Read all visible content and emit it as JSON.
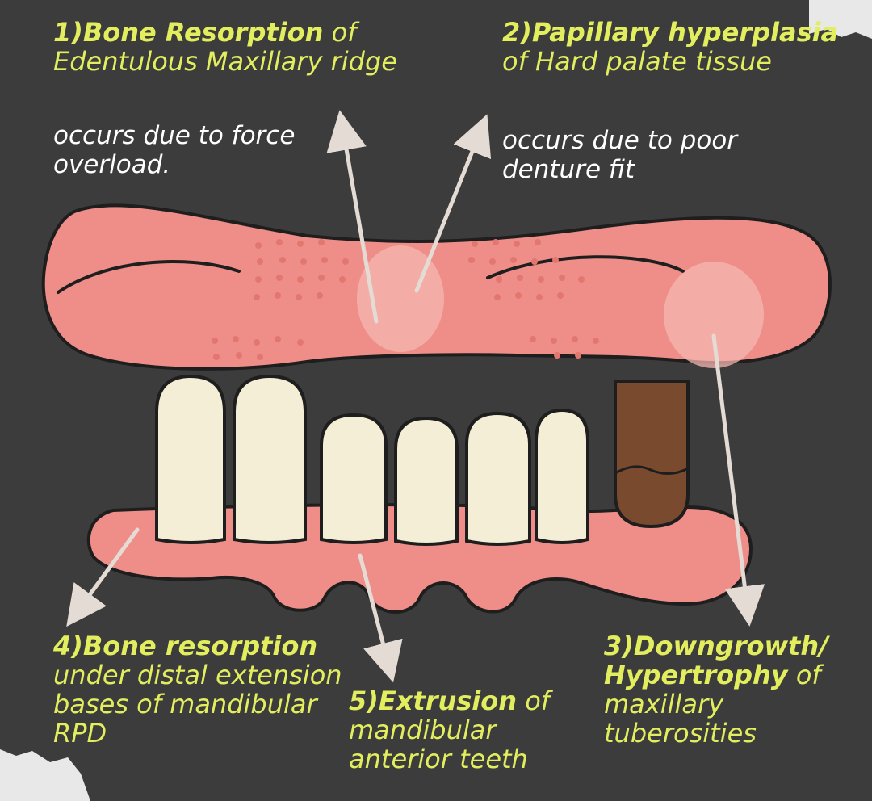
{
  "labels": [
    {
      "id": "1",
      "heading": "1)Bone Resorption",
      "rest": " of Edentulous Maxillary ridge",
      "note": "occurs due to force overload."
    },
    {
      "id": "2",
      "heading": "2)Papillary hyperplasia",
      "rest": " of Hard palate tissue",
      "note": "occurs due to poor denture fit"
    },
    {
      "id": "3",
      "heading": "3)Downgrowth/ Hypertrophy",
      "rest": " of maxillary tuberosities",
      "note": ""
    },
    {
      "id": "4",
      "heading": "4)Bone resorption",
      "rest": " under distal extension bases of mandibular RPD",
      "note": ""
    },
    {
      "id": "5",
      "heading": "5)Extrusion",
      "rest": " of mandibular anterior teeth",
      "note": ""
    }
  ],
  "colors": {
    "background": "#3c3c3c",
    "gum": "#ef8e88",
    "gum_outline": "#1e1e1e",
    "tooth": "#f5eed6",
    "extruded_tooth": "#7a4a2e",
    "heading_text": "#e2ee5e",
    "note_text": "#ffffff",
    "arrow": "#e4dcd4",
    "highlight": "#f5b5b0",
    "corner_paper": "#e8e8e8"
  }
}
